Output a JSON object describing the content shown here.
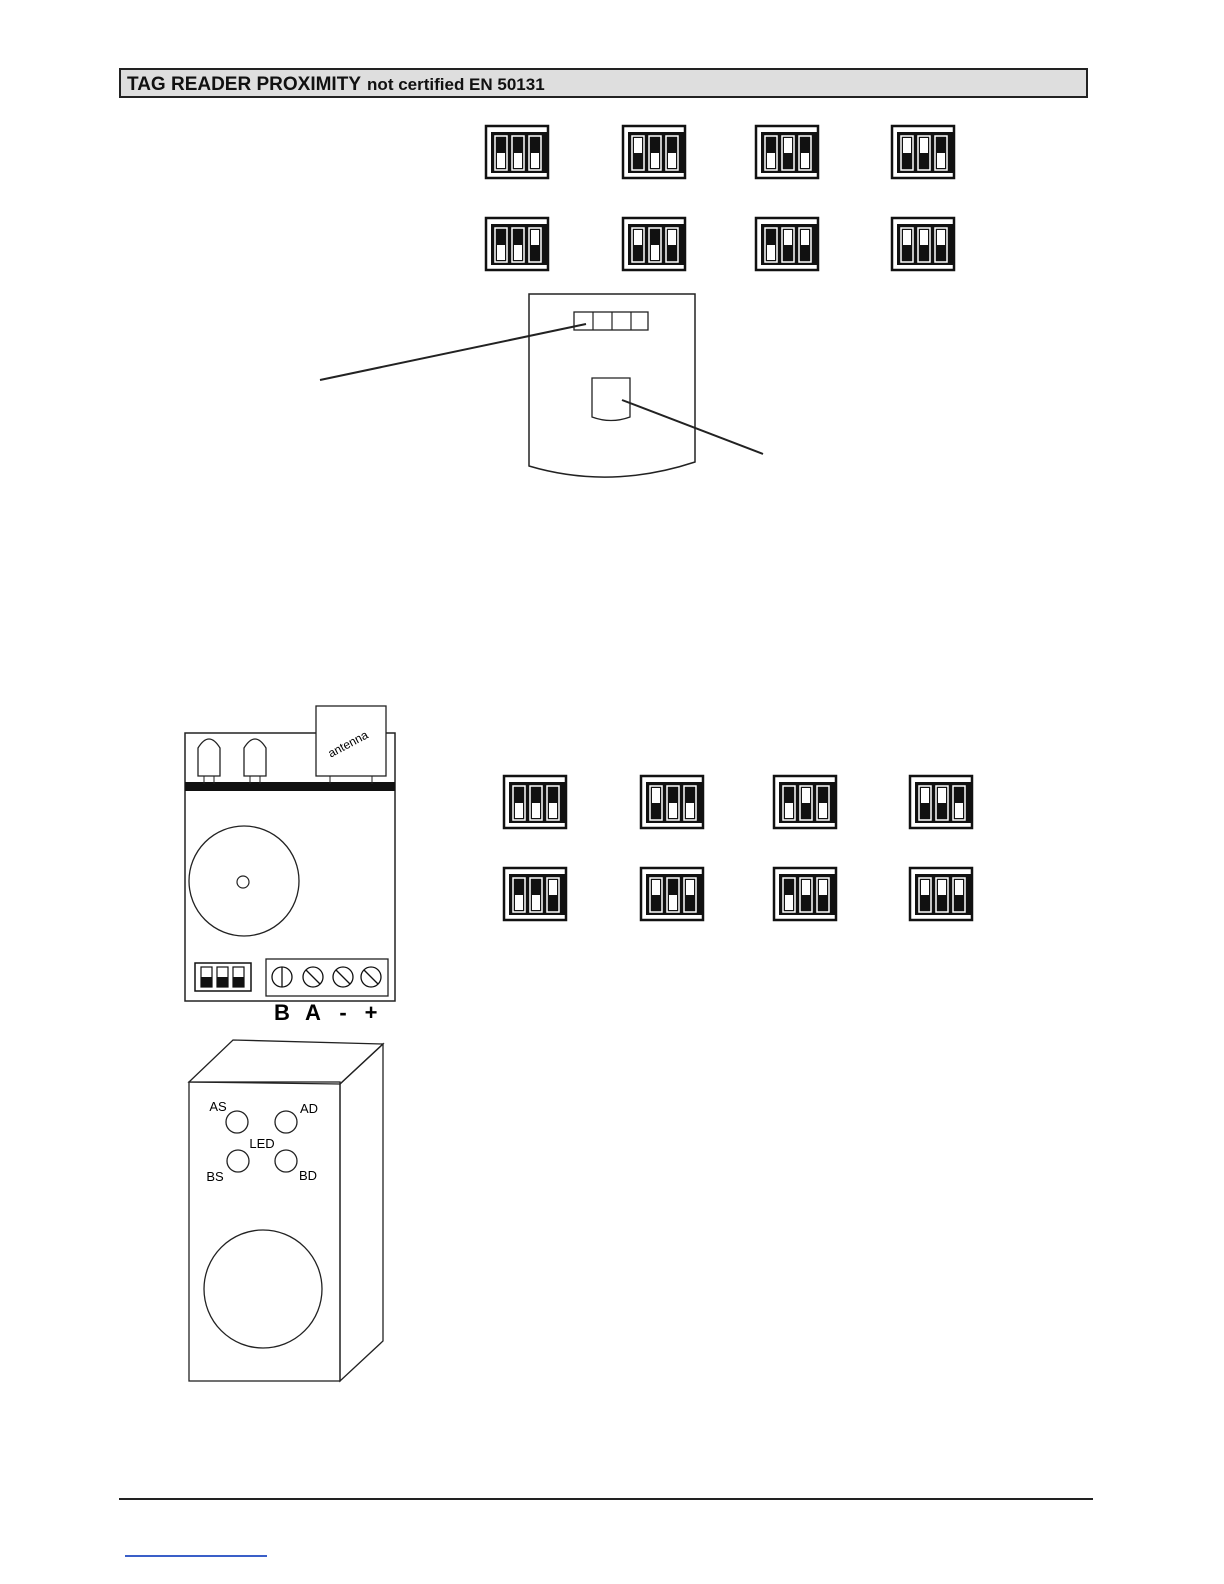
{
  "header": {
    "title_bold": "TAG READER PROXIMITY",
    "title_rest": "not certified EN 50131"
  },
  "reader_terminals": {
    "labels": [
      "B",
      "A",
      "-",
      "+"
    ]
  },
  "antenna": {
    "label": "antenna"
  },
  "led_box": {
    "center_label": "LED",
    "leds": [
      "AS",
      "AD",
      "BS",
      "BD"
    ]
  },
  "dip_switch_settings": {
    "top_group": [
      [
        0,
        0,
        0
      ],
      [
        1,
        0,
        0
      ],
      [
        0,
        1,
        0
      ],
      [
        1,
        1,
        0
      ],
      [
        0,
        0,
        1
      ],
      [
        1,
        0,
        1
      ],
      [
        0,
        1,
        1
      ],
      [
        1,
        1,
        1
      ]
    ],
    "bottom_group": [
      [
        0,
        0,
        0
      ],
      [
        1,
        0,
        0
      ],
      [
        0,
        1,
        0
      ],
      [
        1,
        1,
        0
      ],
      [
        0,
        0,
        1
      ],
      [
        1,
        0,
        1
      ],
      [
        0,
        1,
        1
      ],
      [
        1,
        1,
        1
      ]
    ]
  }
}
